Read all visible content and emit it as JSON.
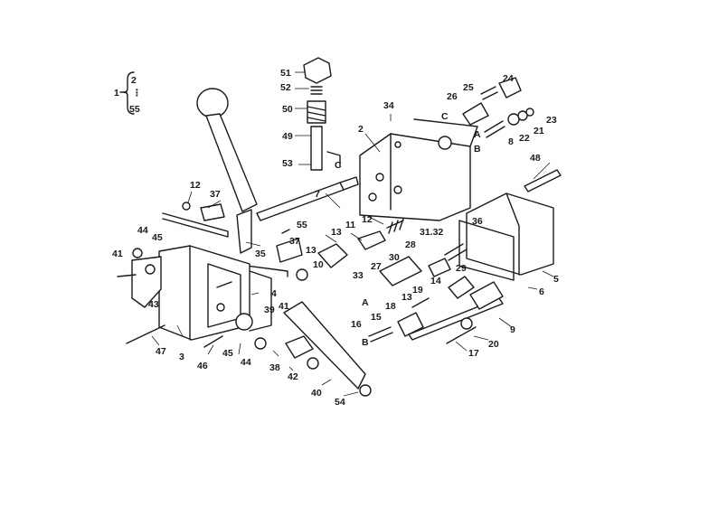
{
  "assembly": {
    "main_number": "1",
    "range_start": "2",
    "range_dots": "⋮",
    "range_end": "55"
  },
  "callouts": [
    "2",
    "3",
    "4",
    "5",
    "6",
    "7",
    "8",
    "9",
    "10",
    "11",
    "12",
    "12",
    "13",
    "13",
    "13",
    "14",
    "15",
    "16",
    "17",
    "18",
    "19",
    "20",
    "21",
    "22",
    "23",
    "24",
    "25",
    "26",
    "27",
    "28",
    "29",
    "30",
    "31.32",
    "33",
    "34",
    "35",
    "36",
    "37",
    "37",
    "38",
    "39",
    "40",
    "41",
    "41",
    "42",
    "43",
    "44",
    "44",
    "45",
    "45",
    "46",
    "47",
    "48",
    "49",
    "50",
    "51",
    "52",
    "53",
    "54",
    "55"
  ],
  "port_letters": [
    "C",
    "A",
    "B",
    "C",
    "A",
    "B"
  ],
  "ink_color": "#1a1a1a",
  "paper_color": "#ffffff"
}
